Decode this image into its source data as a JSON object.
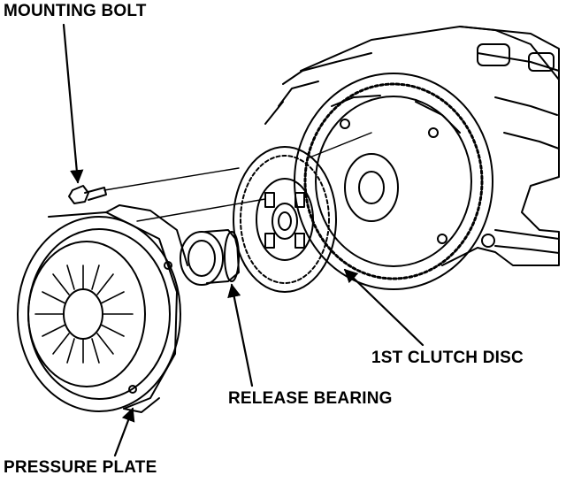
{
  "labels": {
    "mounting_bolt": "MOUNTING BOLT",
    "release_bearing": "RELEASE BEARING",
    "clutch_disc": "1ST CLUTCH DISC",
    "pressure_plate": "PRESSURE PLATE"
  },
  "colors": {
    "ink": "#000000",
    "paper": "#ffffff"
  }
}
